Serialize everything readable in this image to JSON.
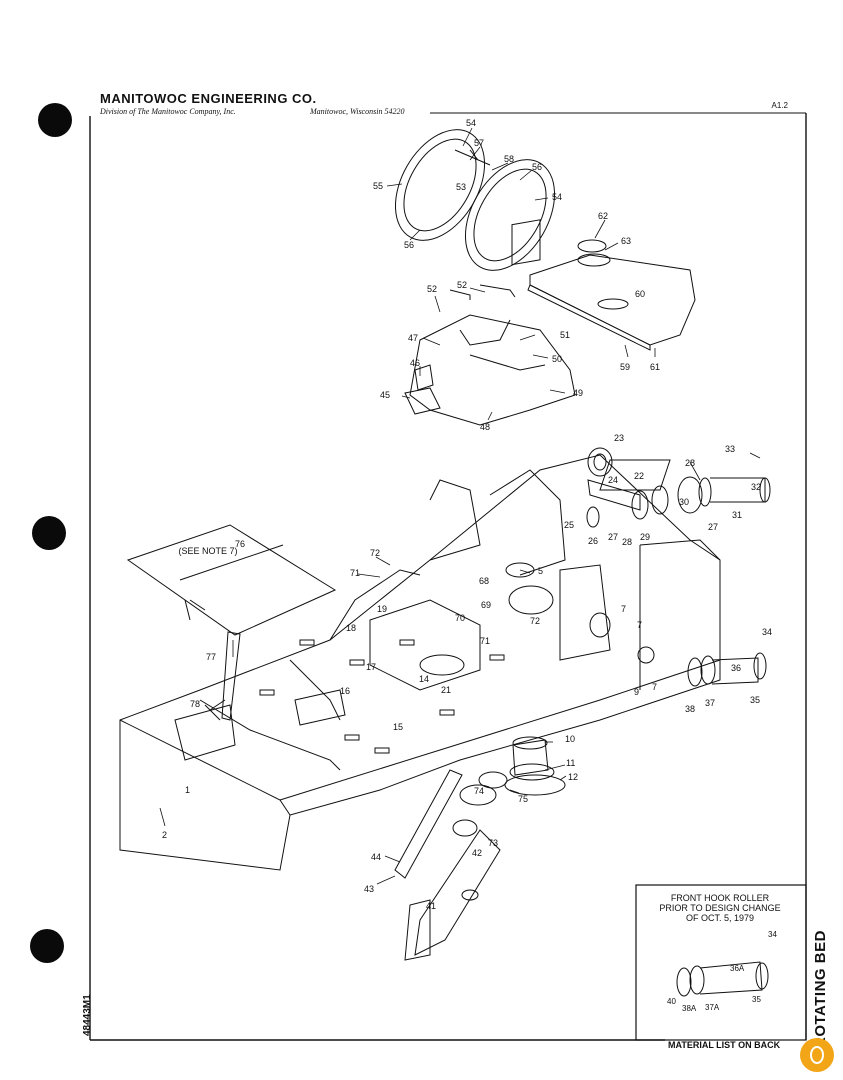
{
  "header": {
    "company": "MANITOWOC ENGINEERING CO.",
    "division": "Division of The Manitowoc Company, Inc.",
    "location": "Manitowoc, Wisconsin 54220",
    "page_code": "A1.2"
  },
  "side": {
    "document_number": "48443M1",
    "title": "ROTATING BED"
  },
  "footer": {
    "material_list": "MATERIAL LIST ON BACK"
  },
  "note_box": {
    "number": "76",
    "text": "(SEE NOTE 7)"
  },
  "inset": {
    "title_line1": "FRONT HOOK ROLLER",
    "title_line2": "PRIOR TO DESIGN CHANGE",
    "title_line3": "OF OCT. 5, 1979",
    "callouts": [
      "34",
      "36A",
      "40",
      "38A",
      "37A",
      "35"
    ]
  },
  "callouts": [
    "1",
    "2",
    "5",
    "7",
    "7",
    "7",
    "9",
    "10",
    "11",
    "12",
    "14",
    "15",
    "16",
    "17",
    "18",
    "19",
    "21",
    "22",
    "23",
    "24",
    "25",
    "26",
    "27",
    "27",
    "28",
    "28",
    "29",
    "30",
    "31",
    "32",
    "33",
    "34",
    "35",
    "36",
    "37",
    "38",
    "41",
    "42",
    "43",
    "44",
    "45",
    "46",
    "47",
    "48",
    "49",
    "50",
    "51",
    "52",
    "52",
    "53",
    "54",
    "54",
    "55",
    "56",
    "56",
    "57",
    "58",
    "59",
    "60",
    "61",
    "62",
    "63",
    "68",
    "69",
    "70",
    "71",
    "71",
    "72",
    "72",
    "73",
    "74",
    "75",
    "77",
    "78"
  ]
}
